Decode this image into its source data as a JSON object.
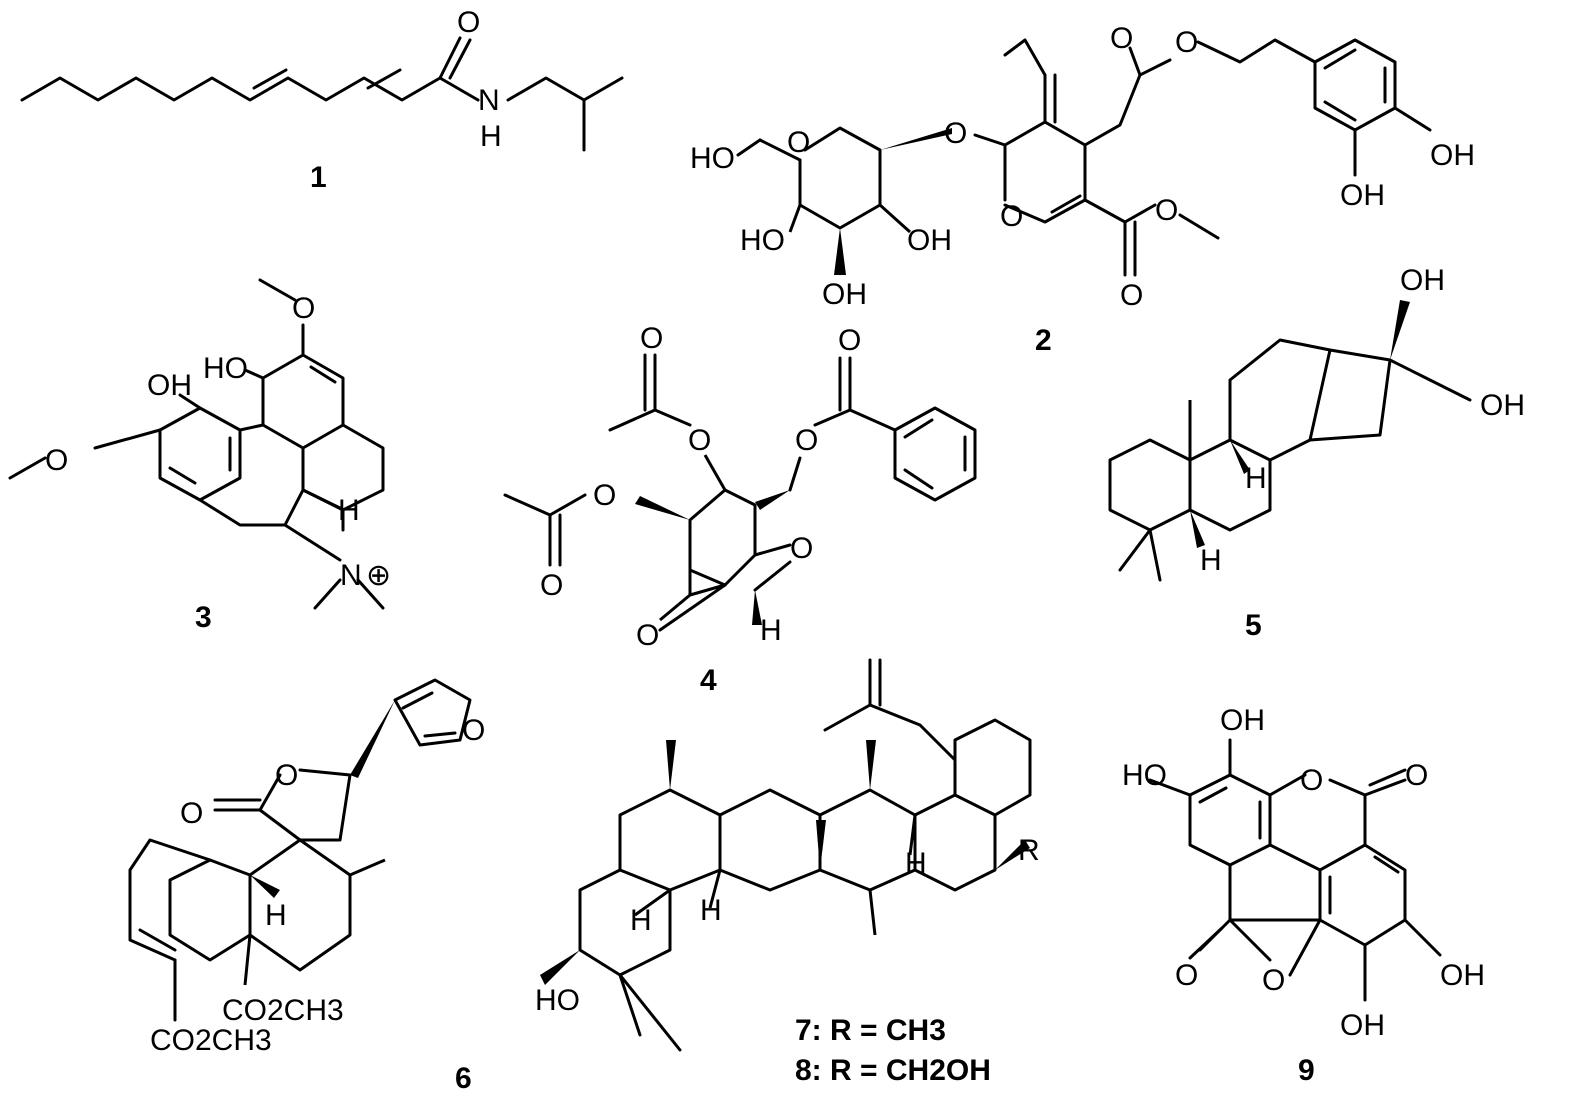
{
  "compounds": [
    {
      "id": "1",
      "label": "1"
    },
    {
      "id": "2",
      "label": "2"
    },
    {
      "id": "3",
      "label": "3"
    },
    {
      "id": "4",
      "label": "4"
    },
    {
      "id": "5",
      "label": "5"
    },
    {
      "id": "6",
      "label": "6"
    },
    {
      "id": "7",
      "label": "7: R = CH3"
    },
    {
      "id": "8",
      "label": "8: R = CH2OH"
    },
    {
      "id": "9",
      "label": "9"
    }
  ],
  "atom_labels": {
    "O": "O",
    "H": "H",
    "N": "N",
    "HO": "HO",
    "OH": "OH",
    "R": "R",
    "CO2CH3": "CO2CH3",
    "plus": "⊕"
  }
}
